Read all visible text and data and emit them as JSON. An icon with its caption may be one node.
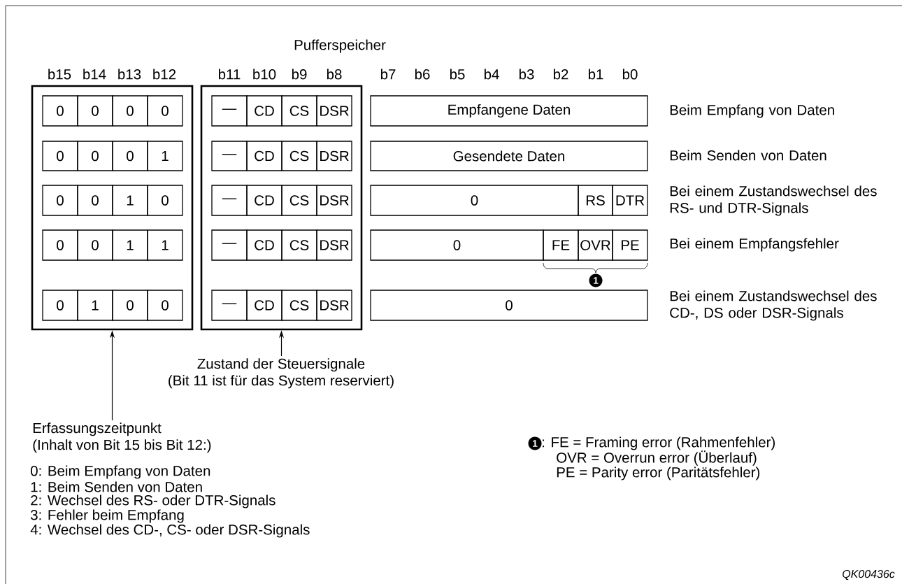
{
  "diagram": {
    "nodes": [
      {
        "text": [],
        "shape": "box"
      },
      {
        "text": [
          "0"
        ],
        "in": 0
      },
      {
        "text": [
          "0"
        ],
        "in": 0
      },
      {
        "text": [
          "0"
        ],
        "in": 0
      },
      {
        "text": [
          "0"
        ],
        "in": 0
      },
      {
        "text": [
          "0"
        ],
        "in": 0
      },
      {
        "text": [
          "0"
        ],
        "in": 0
      },
      {
        "text": [
          "0"
        ],
        "in": 0
      },
      {
        "text": [
          "1"
        ],
        "in": 0
      },
      {
        "text": [
          "0"
        ],
        "in": 0
      },
      {
        "text": [
          "0"
        ],
        "in": 0
      },
      {
        "text": [
          "1"
        ],
        "in": 0
      },
      {
        "text": [
          "0"
        ],
        "in": 0
      },
      {
        "text": [
          "0"
        ],
        "in": 0
      },
      {
        "text": [
          "0"
        ],
        "in": 0
      },
      {
        "text": [
          "1"
        ],
        "in": 0
      },
      {
        "text": [
          "1"
        ],
        "in": 0
      },
      {
        "text": [
          "0"
        ],
        "in": 0
      },
      {
        "text": [
          "1"
        ],
        "in": 0
      },
      {
        "text": [
          "0"
        ],
        "in": 0
      },
      {
        "text": [
          "0"
        ],
        "in": 0
      },
      {
        "text": [],
        "shape": "box"
      },
      {
        "text": [
          "—"
        ],
        "in": 21
      },
      {
        "text": [
          "CD"
        ],
        "in": 21
      },
      {
        "text": [
          "CS"
        ],
        "in": 21
      },
      {
        "text": [
          "DSR"
        ],
        "in": 21
      },
      {
        "text": [
          "—"
        ],
        "in": 21
      },
      {
        "text": [
          "CD"
        ],
        "in": 21
      },
      {
        "text": [
          "CS"
        ],
        "in": 21
      },
      {
        "text": [
          "DSR"
        ],
        "in": 21
      },
      {
        "text": [
          "—"
        ],
        "in": 21
      },
      {
        "text": [
          "CD"
        ],
        "in": 21
      },
      {
        "text": [
          "CS"
        ],
        "in": 21
      },
      {
        "text": [
          "DSR"
        ],
        "in": 21
      },
      {
        "text": [
          "—"
        ],
        "in": 21
      },
      {
        "text": [
          "CD"
        ],
        "in": 21
      },
      {
        "text": [
          "CS"
        ],
        "in": 21
      },
      {
        "text": [
          "DSR"
        ],
        "in": 21
      },
      {
        "text": [
          "—"
        ],
        "in": 21
      },
      {
        "text": [
          "CD"
        ],
        "in": 21
      },
      {
        "text": [
          "CS"
        ],
        "in": 21
      },
      {
        "text": [
          "DSR"
        ],
        "in": 21
      },
      {
        "text": [
          "Empfangene Daten"
        ]
      },
      {
        "text": [
          "Gesendete Daten"
        ]
      },
      {
        "text": [
          "0"
        ]
      },
      {
        "text": [
          "RS"
        ]
      },
      {
        "text": [
          "DTR"
        ]
      },
      {
        "text": [
          "0"
        ]
      },
      {
        "text": [
          "FE"
        ]
      },
      {
        "text": [
          "OVR"
        ]
      },
      {
        "text": [
          "PE"
        ]
      },
      {
        "text": [
          "0"
        ]
      },
      {
        "text": [
          "Zustand der Steuersignale",
          "(Bit 11 ist für das System reserviert)"
        ]
      },
      {
        "text": [
          "Erfassungszeitpunkt",
          "(Inhalt von Bit 15 bis Bit 12:)"
        ]
      }
    ],
    "edges": [
      {
        "from": 52,
        "to": 21,
        "arrow": "to"
      },
      {
        "from": 53,
        "to": 0,
        "arrow": "to"
      }
    ],
    "labels": [
      "Pufferspeicher",
      "b15",
      "b14",
      "b13",
      "b12",
      "b11",
      "b10",
      "b9",
      "b8",
      "b7",
      "b6",
      "b5",
      "b4",
      "b3",
      "b2",
      "b1",
      "b0",
      "Beim Empfang von Daten",
      "Beim Senden von Daten",
      "Bei einem Zustandswechsel des RS- und DTR-Signals",
      "Bei einem Empfangsfehler",
      "1",
      "Bei einem Zustandswechsel des CD-, DS oder DSR-Signals",
      "0: Beim Empfang von Daten",
      "1: Beim Senden von Daten",
      "2: Wechsel des RS- oder DTR-Signals",
      "3: Fehler beim Empfang",
      "4: Wechsel des CD-, CS- oder DSR-Signals",
      "1",
      ": FE = Framing error (Rahmenfehler)",
      "OVR = Overrun error (Überlauf)",
      "PE = Parity error (Paritätsfehler)",
      "QK00436c"
    ]
  }
}
